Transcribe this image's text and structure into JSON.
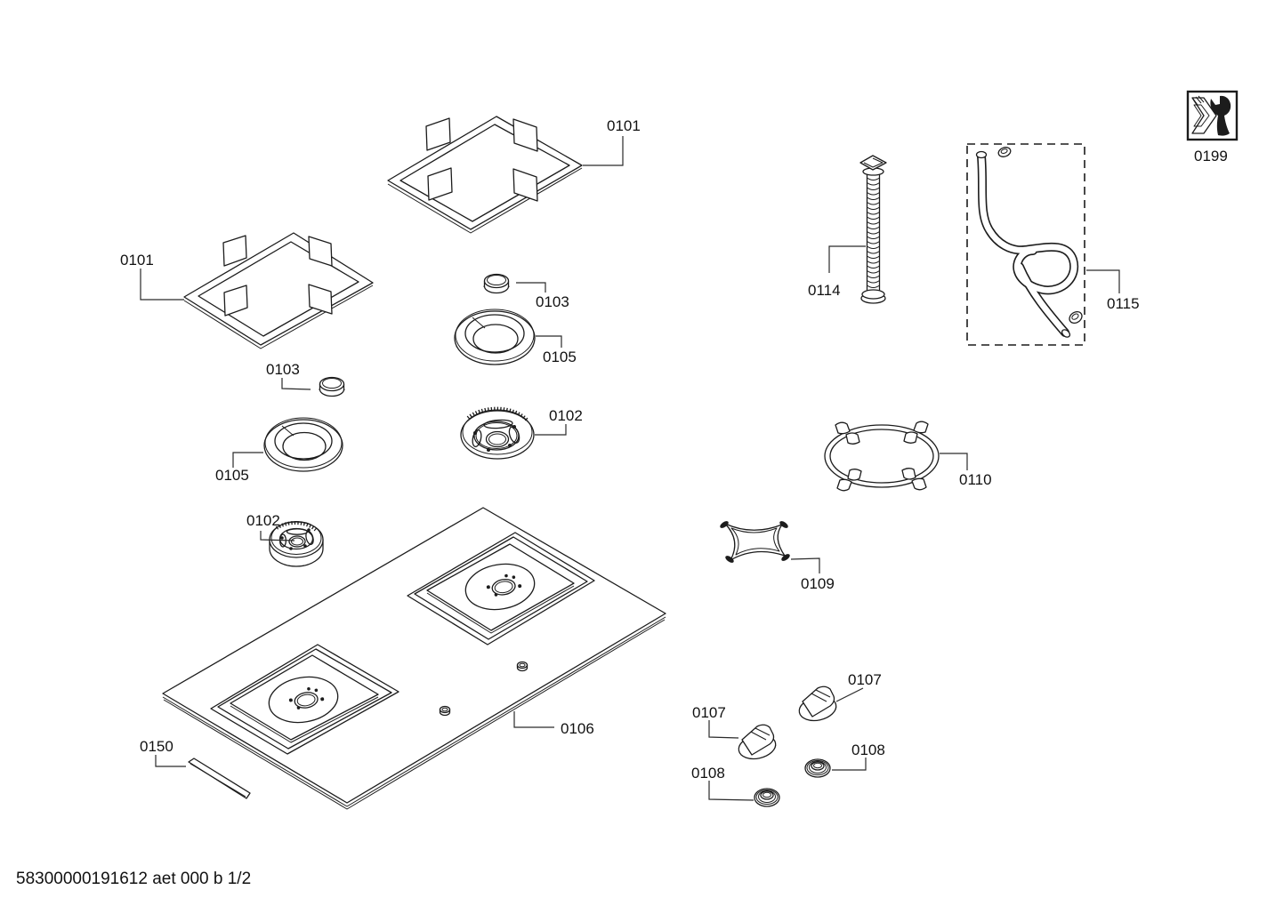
{
  "footer": {
    "text": "58300000191612 aet 000 b 1/2"
  },
  "colors": {
    "line": "#1c1c1c",
    "text": "#111111",
    "background": "#ffffff"
  },
  "parts": [
    {
      "id": "0101",
      "name": "pan-support-top"
    },
    {
      "id": "0101",
      "name": "pan-support-left"
    },
    {
      "id": "0103",
      "name": "burner-cap-center"
    },
    {
      "id": "0105",
      "name": "burner-ring-center"
    },
    {
      "id": "0102",
      "name": "burner-body-center"
    },
    {
      "id": "0103",
      "name": "burner-cap-left"
    },
    {
      "id": "0105",
      "name": "burner-ring-left"
    },
    {
      "id": "0102",
      "name": "burner-body-left"
    },
    {
      "id": "0106",
      "name": "cooktop-panel"
    },
    {
      "id": "0150",
      "name": "seal-strip"
    },
    {
      "id": "0107",
      "name": "control-knob-right"
    },
    {
      "id": "0107",
      "name": "control-knob-left"
    },
    {
      "id": "0108",
      "name": "knob-seal-right"
    },
    {
      "id": "0108",
      "name": "knob-seal-left"
    },
    {
      "id": "0109",
      "name": "simmer-pan-support"
    },
    {
      "id": "0110",
      "name": "wok-ring"
    },
    {
      "id": "0114",
      "name": "flexible-gas-pipe"
    },
    {
      "id": "0115",
      "name": "gas-hose-kit"
    },
    {
      "id": "0199",
      "name": "installation-tools-icon"
    }
  ]
}
